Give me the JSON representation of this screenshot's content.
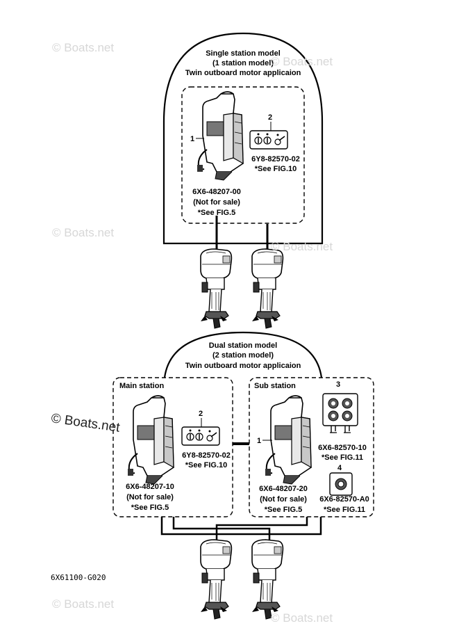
{
  "watermark": "© Boats.net",
  "single_station": {
    "title_lines": [
      "Single station model",
      "(1 station model)",
      "Twin outboard motor applicaion"
    ],
    "item1_number": "1",
    "item2_number": "2",
    "part2_code": "6Y8-82570-02",
    "part2_ref": "*See FIG.10",
    "part1_lines": [
      "6X6-48207-00",
      "(Not for sale)",
      "*See FIG.5"
    ]
  },
  "dual_station": {
    "title_lines": [
      "Dual station model",
      "(2 station model)",
      "Twin outboard motor applicaion"
    ],
    "main_label": "Main station",
    "sub_label": "Sub station",
    "main_item2_number": "2",
    "main_part2_code": "6Y8-82570-02",
    "main_part2_ref": "*See FIG.10",
    "main_part1_lines": [
      "6X6-48207-10",
      "(Not for sale)",
      "*See FIG.5"
    ],
    "sub_item1_number": "1",
    "sub_item3_number": "3",
    "sub_item4_number": "4",
    "sub_part3_code": "6X6-82570-10",
    "sub_part3_ref": "*See FIG.11",
    "sub_part1_lines": [
      "6X6-48207-20",
      "(Not for sale)",
      "*See FIG.5"
    ],
    "sub_part4_code": "6X6-82570-A0",
    "sub_part4_ref": "*See FIG.11"
  },
  "drawing_code": "6X61100-G020"
}
